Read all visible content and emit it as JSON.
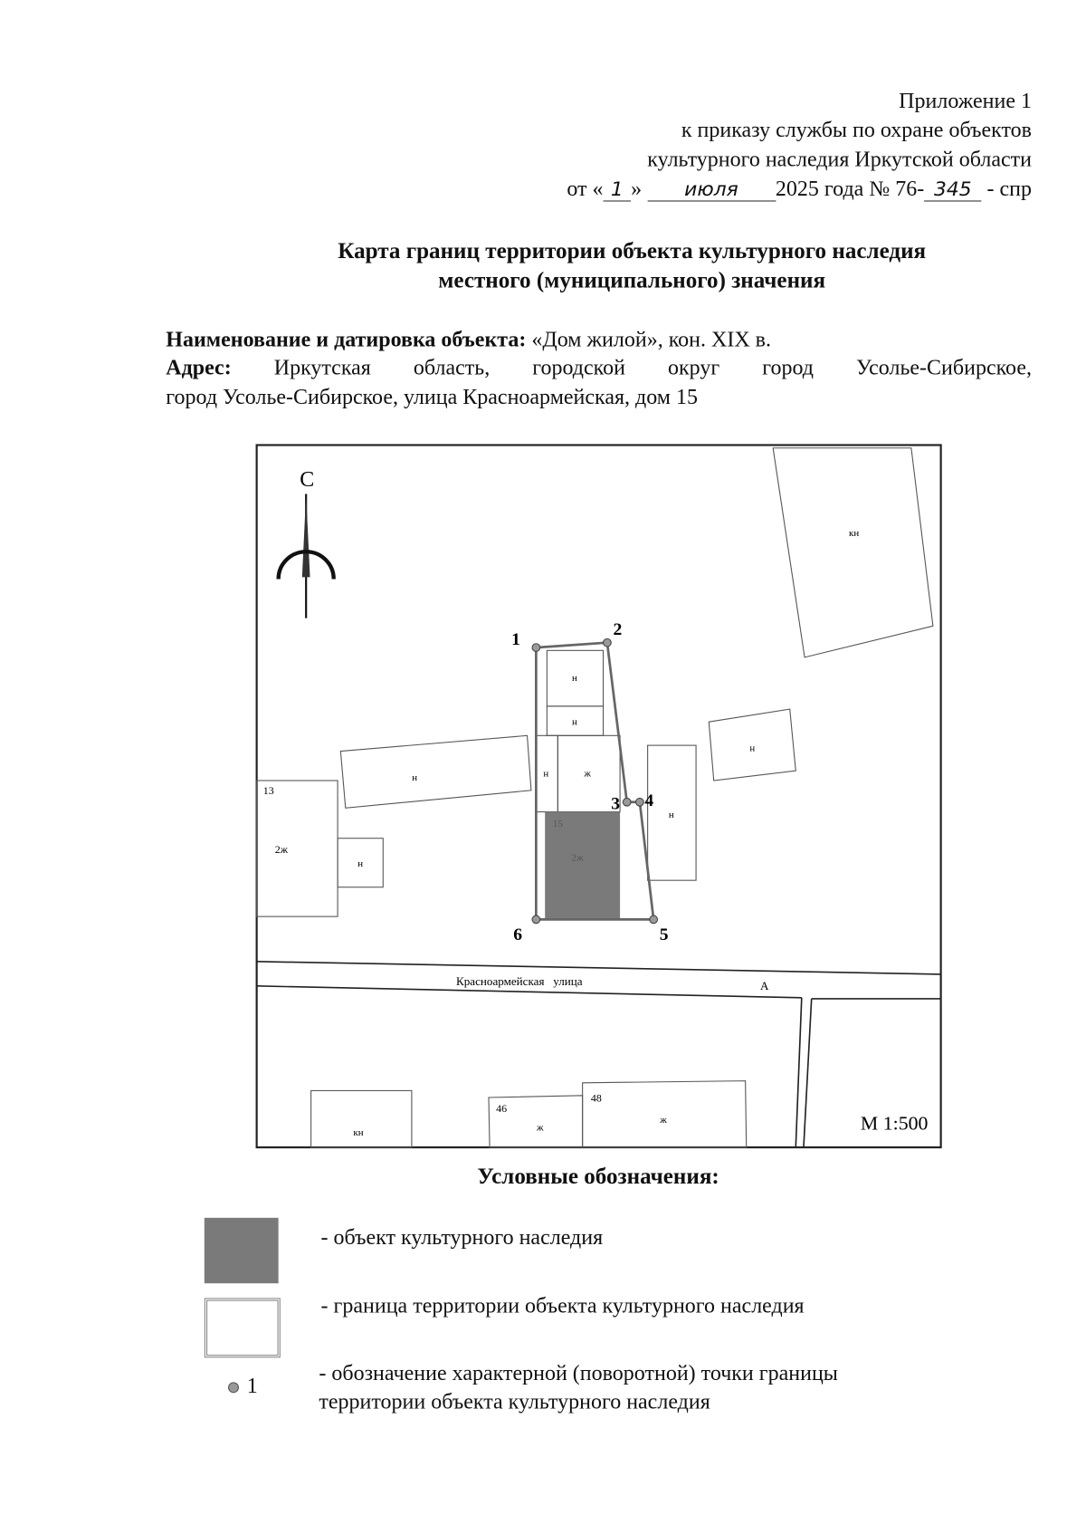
{
  "header": {
    "line1": "Приложение 1",
    "line2": "к приказу службы по охране объектов",
    "line3": "культурного наследия Иркутской области",
    "date_prefix": "от «",
    "day": "1",
    "date_mid": "»",
    "month": "июля",
    "year_text": "2025 года № 76-",
    "number": "345",
    "suffix": "- спр"
  },
  "title": {
    "line1": "Карта границ территории объекта культурного наследия",
    "line2": "местного (муниципального) значения"
  },
  "info": {
    "name_label": "Наименование и датировка объекта:",
    "name_value": "«Дом жилой», кон. XIX в.",
    "address_label": "Адрес:",
    "address_line1": "Иркутская область, городской округ город Усолье-Сибирское,",
    "address_line2": "город Усолье-Сибирское, улица Красноармейская, дом 15"
  },
  "map": {
    "north_label": "С",
    "points": [
      "1",
      "2",
      "3",
      "4",
      "5",
      "6"
    ],
    "buildings": {
      "kn_top": "кн",
      "n1": "н",
      "n2": "н",
      "n3": "н",
      "zh_main": "ж",
      "n_right": "н",
      "n_far_right": "н",
      "n_left_long": "н",
      "house13_num": "13",
      "house13_type": "2ж",
      "n_small": "н",
      "heritage_num": "15",
      "heritage_type": "2ж",
      "kn_bottom": "кн",
      "house46_num": "46",
      "house46_type": "ж",
      "house48_num": "48",
      "house48_type": "ж"
    },
    "street": "Красноармейская   улица",
    "road_letter": "А",
    "scale": "М 1:500",
    "colors": {
      "heritage_fill": "#7a7a7a",
      "boundary": "#666666"
    }
  },
  "legend": {
    "title": "Условные обозначения:",
    "item1": "- объект культурного наследия",
    "item2": "- граница территории объекта культурного наследия",
    "item3_symbol": "1",
    "item3_line1": "- обозначение характерной (поворотной) точки границы",
    "item3_line2": "территории объекта культурного наследия"
  }
}
